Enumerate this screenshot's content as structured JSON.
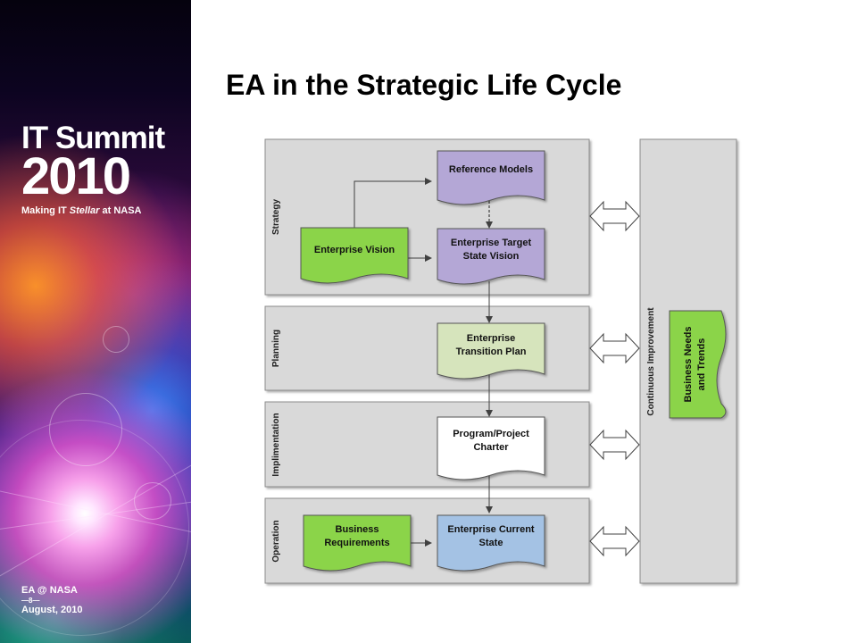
{
  "banner": {
    "title": "IT Summit",
    "year": "2010",
    "tagline_prefix": "Making IT ",
    "tagline_accent": "Stellar",
    "tagline_suffix": " at NASA",
    "footer_org": "EA @ NASA",
    "footer_page": "—8—",
    "footer_date": "August, 2010"
  },
  "slide_title": "EA in the Strategic Life Cycle",
  "diagram": {
    "lanes": {
      "strategy": "Strategy",
      "planning": "Planning",
      "implementation": "Implimentation",
      "operation": "Operation",
      "continuous": "Continuous Improvement"
    },
    "nodes": {
      "reference_models": [
        "Reference Models"
      ],
      "enterprise_vision": [
        "Enterprise Vision"
      ],
      "target_state_vision": [
        "Enterprise Target",
        "State Vision"
      ],
      "transition_plan": [
        "Enterprise",
        "Transition Plan"
      ],
      "project_charter": [
        "Program/Project",
        "Charter"
      ],
      "business_requirements": [
        "Business",
        "Requirements"
      ],
      "current_state": [
        "Enterprise Current",
        "State"
      ],
      "business_needs": [
        "Business Needs",
        "and Trends"
      ]
    },
    "colors": {
      "lane_fill": "#d9d9d9",
      "lane_border": "#8c8c8c",
      "purple": "#b4a7d6",
      "green": "#8bd44a",
      "light_green": "#d6e4bc",
      "white": "#ffffff",
      "blue": "#a4c2e4",
      "arrow": "#404040"
    }
  }
}
